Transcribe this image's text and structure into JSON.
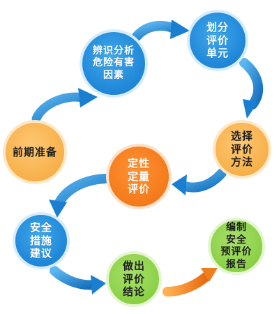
{
  "nodes": {
    "prep": "前期准备",
    "identify": "辨识分析\n危险有害\n因素",
    "divide": "划分\n评价\n单元",
    "select": "选择\n评价\n方法",
    "qualitative": "定性\n定量\n评价",
    "safety": "安全\n措施\n建议",
    "conclusion": "做出\n评价\n结论",
    "report": "编制\n安全\n预评价\n报告"
  },
  "colors": {
    "blue": "#1f86d8",
    "orange": "#f7b04a",
    "red": "#f47a1a",
    "green": "#8bd046",
    "arrow_blue": "#1a7fd0",
    "arrow_orange": "#f07d1e"
  }
}
